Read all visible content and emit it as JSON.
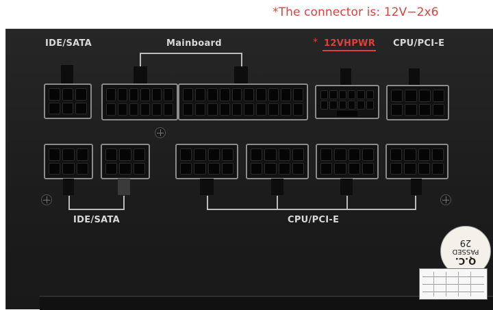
{
  "note": "*The connector is:  12V−2x6",
  "labels": {
    "ide_sata_top": "IDE/SATA",
    "mainboard": "Mainboard",
    "v12hpwr": "12VHPWR",
    "star": "*",
    "cpu_pcie_top": "CPU/PCI-E",
    "ide_sata_bottom": "IDE/SATA",
    "cpu_pcie_bottom": "CPU/PCI-E"
  },
  "qc_sticker": {
    "line1": "Q.C.",
    "line2": "PASSED",
    "line3": "29"
  },
  "colors": {
    "accent_red": "#e0403a",
    "panel": "#1f1f1f",
    "label": "#d9d9d9"
  }
}
